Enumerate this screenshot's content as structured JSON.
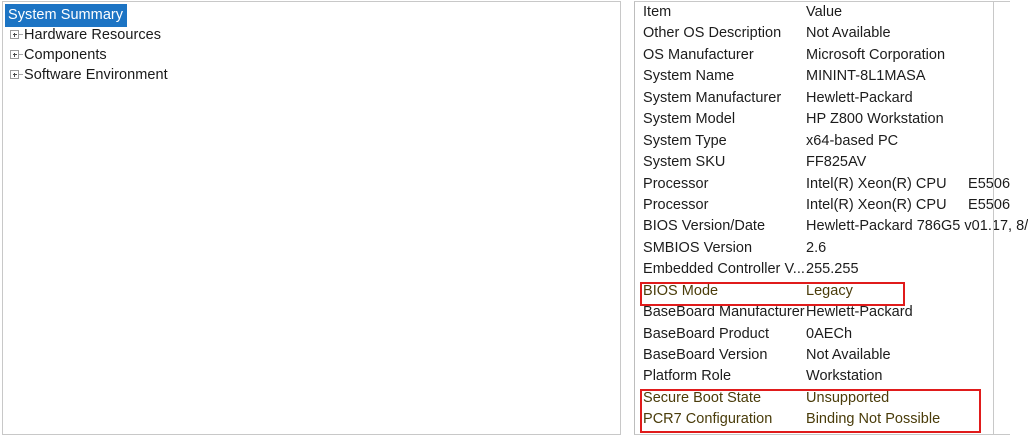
{
  "tree": {
    "items": [
      {
        "label": "System Summary",
        "expandable": false,
        "selected": true
      },
      {
        "label": "Hardware Resources",
        "expandable": true,
        "selected": false
      },
      {
        "label": "Components",
        "expandable": true,
        "selected": false
      },
      {
        "label": "Software Environment",
        "expandable": true,
        "selected": false
      }
    ]
  },
  "detail": {
    "columns": [
      "Item",
      "Value"
    ],
    "rows": [
      {
        "item": "Item",
        "value": "Value",
        "extra": "",
        "header": true,
        "flagged": false
      },
      {
        "item": "Other OS Description",
        "value": "Not Available",
        "extra": "",
        "header": false,
        "flagged": false
      },
      {
        "item": "OS Manufacturer",
        "value": "Microsoft Corporation",
        "extra": "",
        "header": false,
        "flagged": false
      },
      {
        "item": "System Name",
        "value": "MININT-8L1MASA",
        "extra": "",
        "header": false,
        "flagged": false
      },
      {
        "item": "System Manufacturer",
        "value": "Hewlett-Packard",
        "extra": "",
        "header": false,
        "flagged": false
      },
      {
        "item": "System Model",
        "value": "HP Z800 Workstation",
        "extra": "",
        "header": false,
        "flagged": false
      },
      {
        "item": "System Type",
        "value": "x64-based PC",
        "extra": "",
        "header": false,
        "flagged": false
      },
      {
        "item": "System SKU",
        "value": "FF825AV",
        "extra": "",
        "header": false,
        "flagged": false
      },
      {
        "item": "Processor",
        "value": "Intel(R) Xeon(R) CPU",
        "extra": "E5506",
        "header": false,
        "flagged": false
      },
      {
        "item": "Processor",
        "value": "Intel(R) Xeon(R) CPU",
        "extra": "E5506",
        "header": false,
        "flagged": false
      },
      {
        "item": "BIOS Version/Date",
        "value": "Hewlett-Packard 786G5 v01.17, 8/",
        "extra": "",
        "header": false,
        "flagged": false
      },
      {
        "item": "SMBIOS Version",
        "value": "2.6",
        "extra": "",
        "header": false,
        "flagged": false
      },
      {
        "item": "Embedded Controller V...",
        "value": "255.255",
        "extra": "",
        "header": false,
        "flagged": false
      },
      {
        "item": "BIOS Mode",
        "value": "Legacy",
        "extra": "",
        "header": false,
        "flagged": true
      },
      {
        "item": "BaseBoard Manufacturer",
        "value": "Hewlett-Packard",
        "extra": "",
        "header": false,
        "flagged": false
      },
      {
        "item": "BaseBoard Product",
        "value": "0AECh",
        "extra": "",
        "header": false,
        "flagged": false
      },
      {
        "item": "BaseBoard Version",
        "value": "Not Available",
        "extra": "",
        "header": false,
        "flagged": false
      },
      {
        "item": "Platform Role",
        "value": "Workstation",
        "extra": "",
        "header": false,
        "flagged": false
      },
      {
        "item": "Secure Boot State",
        "value": "Unsupported",
        "extra": "",
        "header": false,
        "flagged": true
      },
      {
        "item": "PCR7 Configuration",
        "value": "Binding Not Possible",
        "extra": "",
        "header": false,
        "flagged": true
      }
    ]
  },
  "annotations": {
    "boxes": [
      {
        "name": "bios-mode-highlight",
        "target": "BIOS Mode"
      },
      {
        "name": "secure-boot-highlight",
        "target": "Secure Boot State / PCR7 Configuration"
      }
    ],
    "color": "#e01b1b"
  },
  "colors": {
    "selection": "#1c74c4",
    "selection_text": "#ffffff",
    "text": "#1c1c1c",
    "flag_text": "#4a3c0a",
    "panel_border": "#c8c8c8",
    "background": "#ffffff"
  }
}
